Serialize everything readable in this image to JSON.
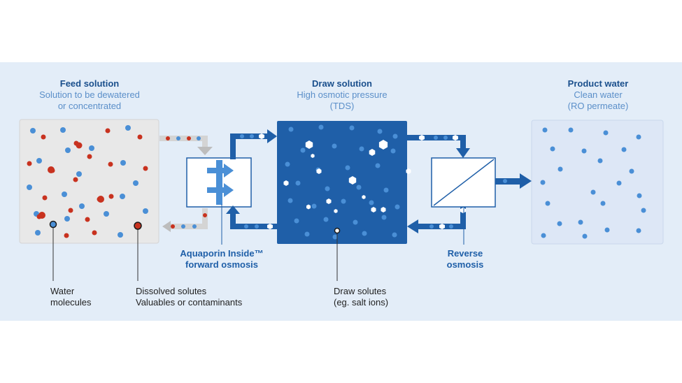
{
  "feed": {
    "title": "Feed solution",
    "line1": "Solution to be dewatered",
    "line2": "or concentrated"
  },
  "draw": {
    "title": "Draw solution",
    "line1": "High osmotic pressure",
    "line2": "(TDS)"
  },
  "product": {
    "title": "Product water",
    "line1": "Clean water",
    "line2": "(RO permeate)"
  },
  "processes": {
    "fo_line1": "Aquaporin Inside™",
    "fo_line2": "forward osmosis",
    "ro_line1": "Reverse",
    "ro_line2": "osmosis"
  },
  "legend": {
    "water_line1": "Water",
    "water_line2": "molecules",
    "solutes_line1": "Dissolved solutes",
    "solutes_line2": "Valuables or contaminants",
    "draw_line1": "Draw solutes",
    "draw_line2": "(eg. salt ions)"
  },
  "colors": {
    "water_molecule": "#4a8fd6",
    "dissolved_solute": "#c8321f",
    "draw_box": "#1f5fa8",
    "draw_solute": "#ffffff",
    "flow_arrow": "#1f5fa8",
    "panel_background": "#e3edf8"
  },
  "icons": {
    "forward_osmosis": "membrane-with-arrows-icon",
    "reverse_osmosis": "diagonal-membrane-icon"
  }
}
